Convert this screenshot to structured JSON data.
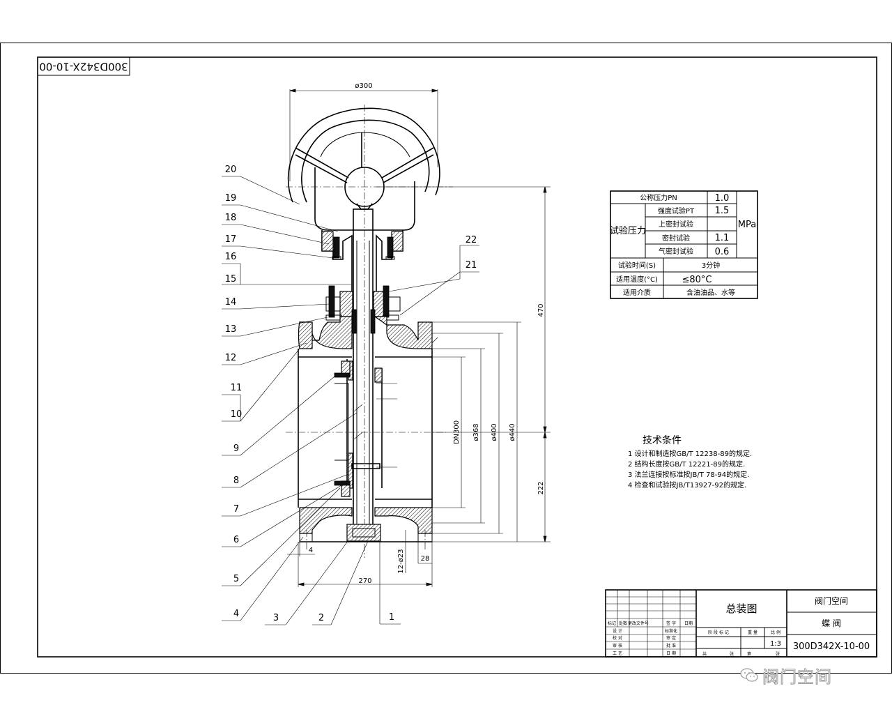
{
  "drawing_number_rotated": "300D342X-10-00",
  "dimensions": {
    "handwheel_diameter": "ø300",
    "height_upper": "470",
    "height_lower": "222",
    "dn": "DN300",
    "d368": "ø368",
    "d400": "ø400",
    "d440": "ø440",
    "face_width": "270",
    "bolt_holes": "12-ø23",
    "flange_thickness": "28",
    "chamfer": "4"
  },
  "part_labels": [
    "20",
    "19",
    "18",
    "17",
    "16",
    "15",
    "14",
    "13",
    "12",
    "11",
    "10",
    "9",
    "8",
    "7",
    "6",
    "5",
    "4",
    "3",
    "2",
    "1",
    "22",
    "21"
  ],
  "spec_table": {
    "nominal_pressure_label": "公称压力PN",
    "nominal_pressure_value": "1.0",
    "test_pressure_label": "试验压力",
    "strength_test_label": "强度试验PT",
    "strength_test_value": "1.5",
    "upper_seal_label": "上密封试验",
    "upper_seal_value": "",
    "seal_test_label": "密封试验",
    "seal_test_value": "1.1",
    "air_seal_label": "气密封试验",
    "air_seal_value": "0.6",
    "unit": "MPa",
    "test_time_label": "试验时间(S)",
    "test_time_value": "3分钟",
    "temp_label": "适用温度(°C)",
    "temp_value": "≤80°C",
    "medium_label": "适用介质",
    "medium_value": "含油油品、水等"
  },
  "tech_conditions": {
    "title": "技术条件",
    "items": [
      "1  设计和制造按GB/T 12238-89的规定.",
      "2  结构长度按GB/T 12221-89的规定.",
      "3  法兰连接按标准按JB/T 78-94的规定.",
      "4  检查和试验按JB/T13927-92的规定."
    ]
  },
  "title_block": {
    "drawing_title": "总装图",
    "company": "阀门空间",
    "product": "蝶    阀",
    "drawing_number": "300D342X-10-00",
    "scale_label": "比 例",
    "scale_value": "1:3",
    "stage_label": "阶 段 标 记",
    "weight_label": "重 量",
    "sheet_total": "共",
    "sheet_label": "张",
    "sheet_no": "第",
    "sheet_no_label": "张",
    "rev_headers": [
      "标记",
      "处数",
      "更改文件号",
      "签 字",
      "日期"
    ],
    "roles": [
      "设 计",
      "校 对",
      "审 核",
      "工 艺"
    ],
    "role_right": [
      "标准化",
      "审 定",
      "批 准",
      "日 期"
    ]
  },
  "watermark": {
    "icon": "wechat-icon",
    "text": "阀门空间"
  }
}
